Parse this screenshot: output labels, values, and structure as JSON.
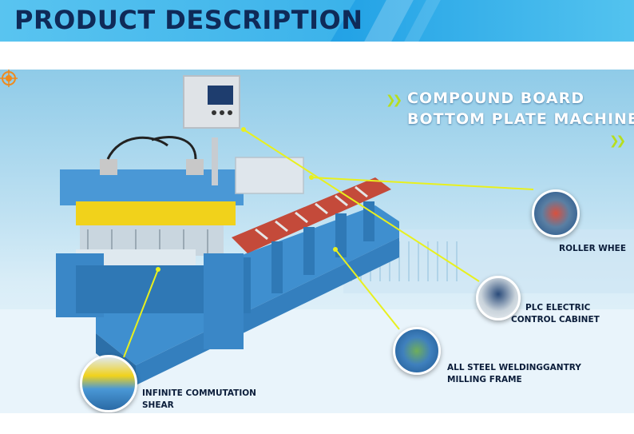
{
  "header": {
    "title": "PRODUCT DESCRIPTION"
  },
  "headline": {
    "line1": "COMPOUND BOARD",
    "line2": "BOTTOM PLATE MACHINE"
  },
  "features": [
    {
      "id": "roller",
      "label": "ROLLER WHEE"
    },
    {
      "id": "plc",
      "label_line1": "PLC ELECTRIC",
      "label_line2": "CONTROL CABINET"
    },
    {
      "id": "frame",
      "label_line1": "ALL STEEL WELDINGGANTRY",
      "label_line2": "MILLING FRAME"
    },
    {
      "id": "shear",
      "label_line1": "INFINITE COMMUTATION",
      "label_line2": "SHEAR"
    }
  ],
  "icons": [
    "chevron-double-right-icon",
    "target-icon"
  ],
  "colors": {
    "header_blue": "#24a3e6",
    "title_navy": "#0f2a58",
    "accent_yellow": "#e8f01e",
    "chevron_green": "#b6de1f",
    "machine_blue": "#3f8fcf"
  }
}
